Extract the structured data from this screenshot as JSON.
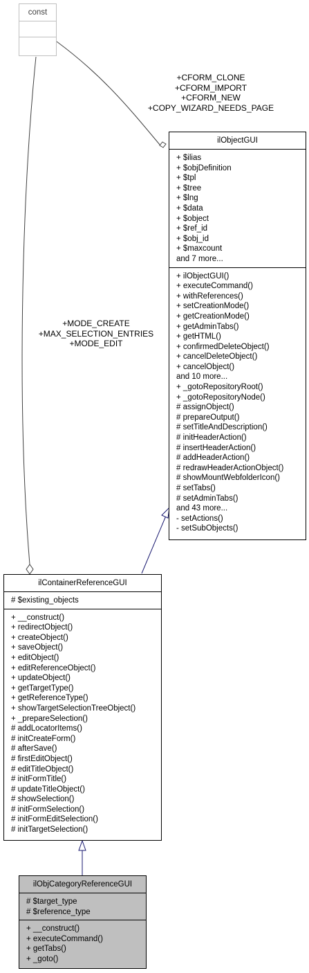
{
  "classes": {
    "const": {
      "name": "const",
      "attributes": [],
      "methods": []
    },
    "ilObjectGUI": {
      "name": "ilObjectGUI",
      "attributes": [
        "+ $ilias",
        "+ $objDefinition",
        "+ $tpl",
        "+ $tree",
        "+ $lng",
        "+ $data",
        "+ $object",
        "+ $ref_id",
        "+ $obj_id",
        "+ $maxcount",
        "and 7 more..."
      ],
      "methods": [
        "+ ilObjectGUI()",
        "+ executeCommand()",
        "+ withReferences()",
        "+ setCreationMode()",
        "+ getCreationMode()",
        "+ getAdminTabs()",
        "+ getHTML()",
        "+ confirmedDeleteObject()",
        "+ cancelDeleteObject()",
        "+ cancelObject()",
        "and 10 more...",
        "+ _gotoRepositoryRoot()",
        "+ _gotoRepositoryNode()",
        "# assignObject()",
        "# prepareOutput()",
        "# setTitleAndDescription()",
        "# initHeaderAction()",
        "# insertHeaderAction()",
        "# addHeaderAction()",
        "# redrawHeaderActionObject()",
        "# showMountWebfolderIcon()",
        "# setTabs()",
        "# setAdminTabs()",
        "and 43 more...",
        "- setActions()",
        "- setSubObjects()"
      ]
    },
    "ilContainerReferenceGUI": {
      "name": "ilContainerReferenceGUI",
      "attributes": [
        "# $existing_objects"
      ],
      "methods": [
        "+ __construct()",
        "+ redirectObject()",
        "+ createObject()",
        "+ saveObject()",
        "+ editObject()",
        "+ editReferenceObject()",
        "+ updateObject()",
        "+ getTargetType()",
        "+ getReferenceType()",
        "+ showTargetSelectionTreeObject()",
        "+ _prepareSelection()",
        "# addLocatorItems()",
        "# initCreateForm()",
        "# afterSave()",
        "# firstEditObject()",
        "# editTitleObject()",
        "# initFormTitle()",
        "# updateTitleObject()",
        "# showSelection()",
        "# initFormSelection()",
        "# initFormEditSelection()",
        "# initTargetSelection()"
      ]
    },
    "ilObjCategoryReferenceGUI": {
      "name": "ilObjCategoryReferenceGUI",
      "attributes": [
        "# $target_type",
        "# $reference_type"
      ],
      "methods": [
        "+ __construct()",
        "+ executeCommand()",
        "+ getTabs()",
        "+ _goto()"
      ]
    }
  },
  "edge_labels": {
    "const_to_ilObjectGUI": [
      "+CFORM_CLONE",
      "+CFORM_IMPORT",
      "+CFORM_NEW",
      "+COPY_WIZARD_NEEDS_PAGE"
    ],
    "const_to_ilContainerReferenceGUI": [
      "+MODE_CREATE",
      "+MAX_SELECTION_ENTRIES",
      "+MODE_EDIT"
    ]
  },
  "colors": {
    "inheritance_edge": "#191970",
    "usage_edge": "#404040",
    "focus_fill": "#bfbfbf",
    "const_border": "#bfbfbf"
  }
}
